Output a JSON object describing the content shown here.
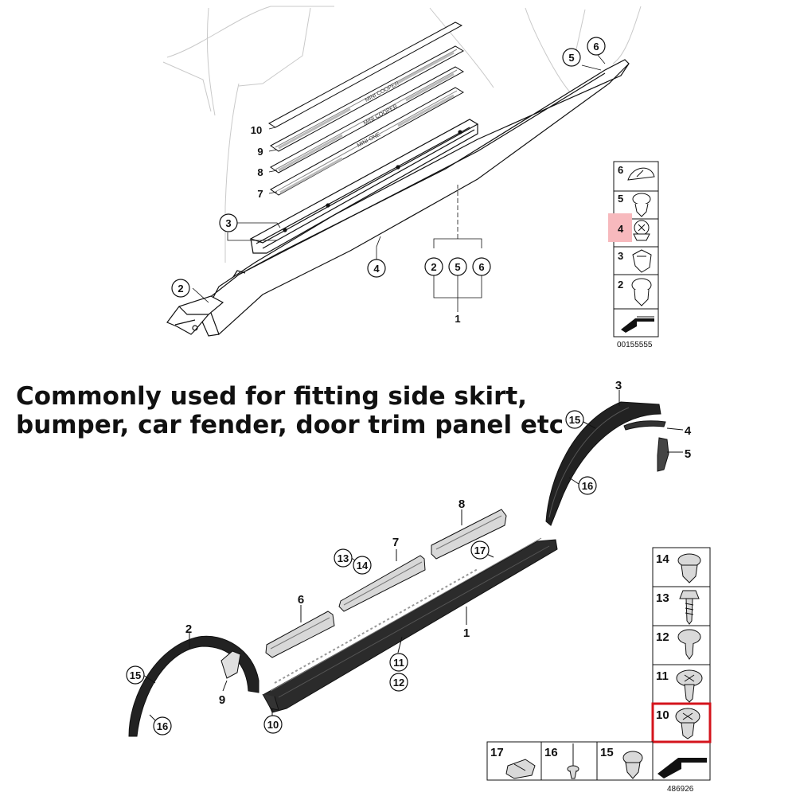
{
  "caption": {
    "line1": "Commonly used for fitting side skirt,",
    "line2": "bumper, car fender, door trim panel etc"
  },
  "top_diagram": {
    "callouts": [
      "10",
      "9",
      "8",
      "7",
      "3",
      "2",
      "4",
      "1",
      "2",
      "5",
      "6",
      "5",
      "6"
    ],
    "strip_texts": [
      "MINI COOPER",
      "MINI COOPER",
      "MINI ONE"
    ],
    "key_numbers": [
      "6",
      "5",
      "4",
      "3",
      "2"
    ],
    "highlighted_key": "4",
    "highlight_color": "#f7b9bd",
    "code": "00155555"
  },
  "bottom_diagram": {
    "labels": [
      "3",
      "4",
      "5",
      "8",
      "7",
      "6",
      "2",
      "9",
      "1"
    ],
    "circled_labels": [
      "15",
      "16",
      "17",
      "13",
      "14",
      "11",
      "12",
      "15",
      "16",
      "10"
    ],
    "key_numbers_vertical": [
      "14",
      "13",
      "12",
      "11",
      "10"
    ],
    "key_numbers_bottom": [
      "17",
      "16",
      "15"
    ],
    "highlighted_key": "10",
    "highlight_color": "#d4141c",
    "code": "486926"
  }
}
